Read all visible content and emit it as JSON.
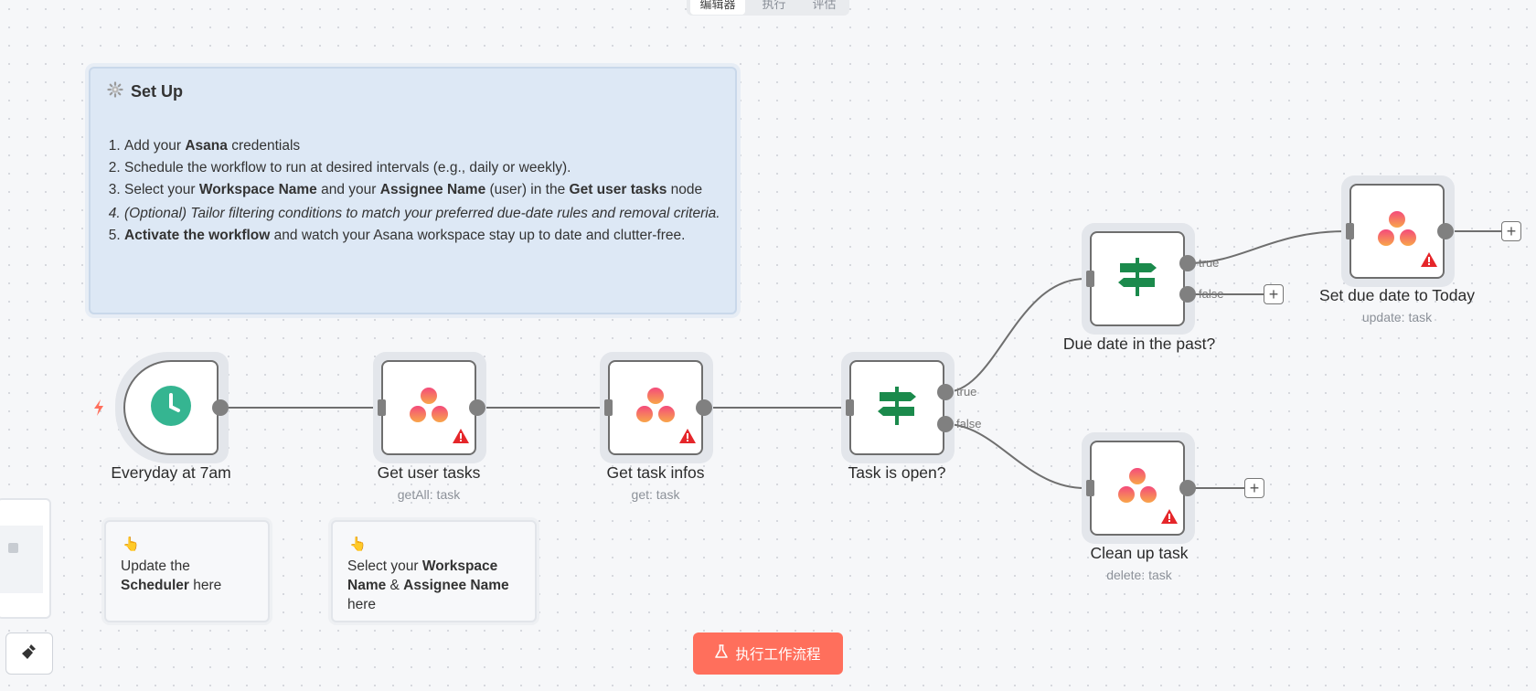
{
  "tabs": [
    "编辑器",
    "执行",
    "评估"
  ],
  "setup_note": {
    "title": "Set Up",
    "steps": [
      {
        "a": "Add your ",
        "b": "Asana",
        "c": " credentials"
      },
      {
        "a": "Schedule the workflow to run at desired intervals (e.g., daily or weekly)."
      },
      {
        "a": "Select your ",
        "b": "Workspace Name",
        "c": " and your ",
        "d": "Assignee Name",
        "e": " (user) in the ",
        "f": "Get user tasks",
        "g": " node"
      },
      {
        "a": "(Optional) Tailor filtering conditions to match your preferred due-date rules and removal criteria."
      },
      {
        "b": "Activate the workflow",
        "c": " and watch your Asana workspace stay up to date and clutter-free."
      }
    ]
  },
  "note_scheduler": {
    "line1": "Update the",
    "bold": "Scheduler",
    "rest": " here"
  },
  "note_workspace": {
    "a": "Select your ",
    "b1": "Workspace",
    "b2": "Name",
    "c": " & ",
    "d": "Assignee Name",
    "e": "here"
  },
  "nodes": {
    "trigger": {
      "label": "Everyday at 7am",
      "icon": "clock-icon"
    },
    "get_user_tasks": {
      "label": "Get user tasks",
      "sub": "getAll: task",
      "icon": "asana-icon"
    },
    "get_task_infos": {
      "label": "Get task infos",
      "sub": "get: task",
      "icon": "asana-icon"
    },
    "task_is_open": {
      "label": "Task is open?",
      "icon": "signpost-icon"
    },
    "due_date_past": {
      "label": "Due date in the past?",
      "icon": "signpost-icon"
    },
    "clean_up_task": {
      "label": "Clean up task",
      "sub": "delete: task",
      "icon": "asana-icon"
    },
    "set_due_date": {
      "label": "Set due date to Today",
      "sub": "update: task",
      "icon": "asana-icon"
    }
  },
  "branches": {
    "true": "true",
    "false": "false"
  },
  "run_button": {
    "label": "执行工作流程"
  },
  "colors": {
    "accent": "#ff6f5c",
    "asana": "#f06a6a",
    "if_green": "#1b8a4c",
    "clock": "#35b591",
    "warning": "#e5262a"
  }
}
